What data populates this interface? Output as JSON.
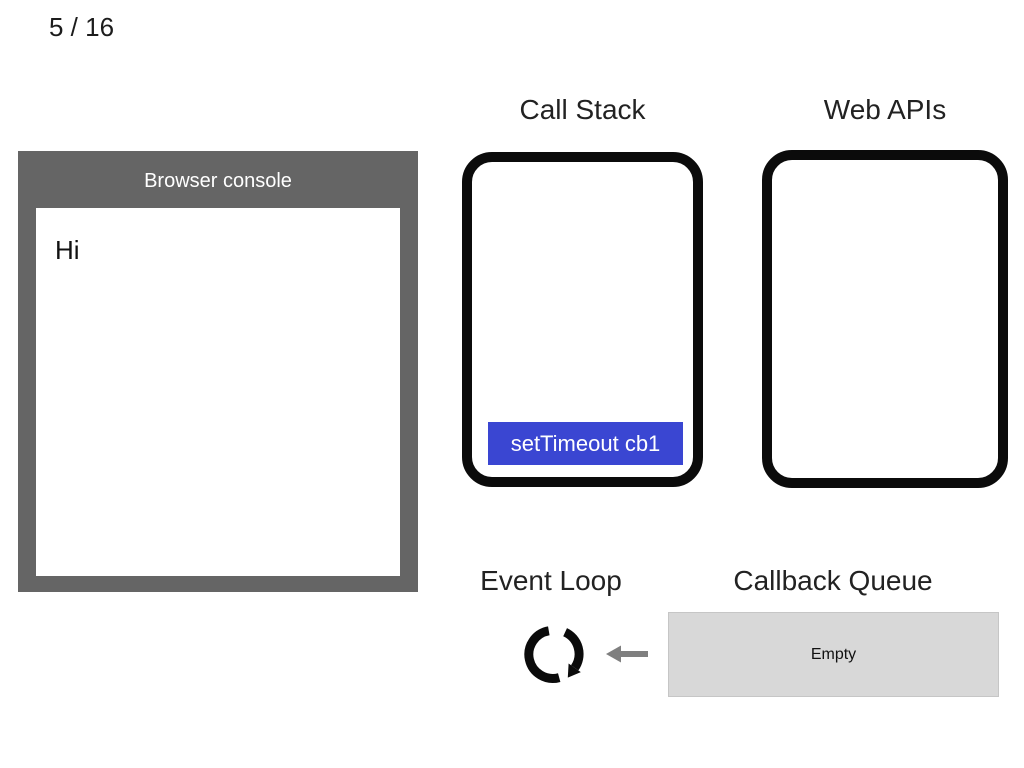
{
  "slide": {
    "counter": "5 / 16"
  },
  "browser_console": {
    "title": "Browser console",
    "logs": [
      "Hi"
    ]
  },
  "call_stack": {
    "heading": "Call Stack",
    "frames": [
      "setTimeout cb1"
    ]
  },
  "web_apis": {
    "heading": "Web APIs",
    "items": []
  },
  "event_loop": {
    "heading": "Event Loop"
  },
  "callback_queue": {
    "heading": "Callback Queue",
    "state": "Empty"
  },
  "icons": {
    "event_loop": "clockwise-loop-arrow",
    "queue_to_loop": "left-arrow"
  },
  "colors": {
    "frame_blue": "#3a46d2",
    "console_gray": "#656565",
    "queue_gray": "#d8d8d8",
    "arrow_gray": "#7f7f7f",
    "outline_black": "#0b0b0b"
  }
}
